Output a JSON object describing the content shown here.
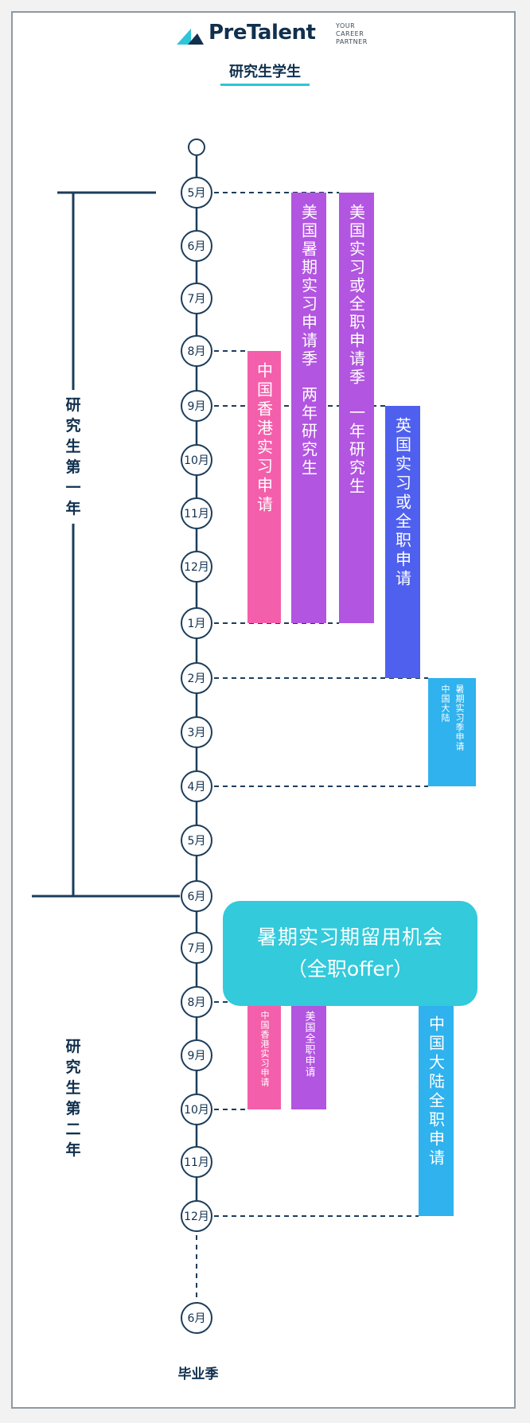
{
  "header": {
    "brand": "PreTalent",
    "tagline": [
      "YOUR",
      "CAREER",
      "PARTNER"
    ],
    "page_title": "研究生学生"
  },
  "years": [
    {
      "label": "研究生第一年",
      "start_month_index": 0,
      "end_month_index": 13
    },
    {
      "label": "研究生第二年",
      "start_month_index": 13,
      "end_month_index": 20
    }
  ],
  "months": [
    "5月",
    "6月",
    "7月",
    "8月",
    "9月",
    "10月",
    "11月",
    "12月",
    "1月",
    "2月",
    "3月",
    "4月",
    "5月",
    "6月",
    "7月",
    "8月",
    "9月",
    "10月",
    "11月",
    "12月",
    "6月"
  ],
  "footer_label": "毕业季",
  "applications": [
    {
      "id": "us-summer",
      "color": "#b255e0",
      "start_month_index": 0,
      "end_month_index": 8,
      "columns": [
        "美国暑期实习申请季",
        "两年研究生"
      ]
    },
    {
      "id": "us-fulltime",
      "color": "#b255e0",
      "start_month_index": 0,
      "end_month_index": 8,
      "columns": [
        "美国实习或全职申请季",
        "一年研究生"
      ]
    },
    {
      "id": "hk-intern",
      "color": "#f45fab",
      "start_month_index": 3,
      "end_month_index": 8,
      "columns": [
        "中国香港实习申请"
      ]
    },
    {
      "id": "uk",
      "color": "#4f60ee",
      "start_month_index": 4,
      "end_month_index": 9,
      "columns": [
        "英国实习或全职申请"
      ]
    },
    {
      "id": "cn-summer",
      "color": "#2fb2ee",
      "start_month_index": 9,
      "end_month_index": 11,
      "columns": [
        "暑期实习季申请",
        "中国大陆"
      ]
    },
    {
      "id": "hk-fulltime",
      "color": "#f45fab",
      "start_month_index": 15,
      "end_month_index": 17,
      "columns": [
        "中国香港实习申请"
      ]
    },
    {
      "id": "us-fulltime-2",
      "color": "#b255e0",
      "start_month_index": 15,
      "end_month_index": 17,
      "columns": [
        "美国全职申请"
      ]
    },
    {
      "id": "cn-fulltime",
      "color": "#2fb2ee",
      "start_month_index": 15,
      "end_month_index": 19,
      "columns": [
        "中国大陆全职申请"
      ]
    }
  ],
  "offer": {
    "line1": "暑期实习期留用机会",
    "line2": "（全职offer）",
    "color": "#33cadb"
  },
  "colors": {
    "navy": "#1c3d5b",
    "text": "#10304e",
    "accent": "#2ec5d8"
  }
}
